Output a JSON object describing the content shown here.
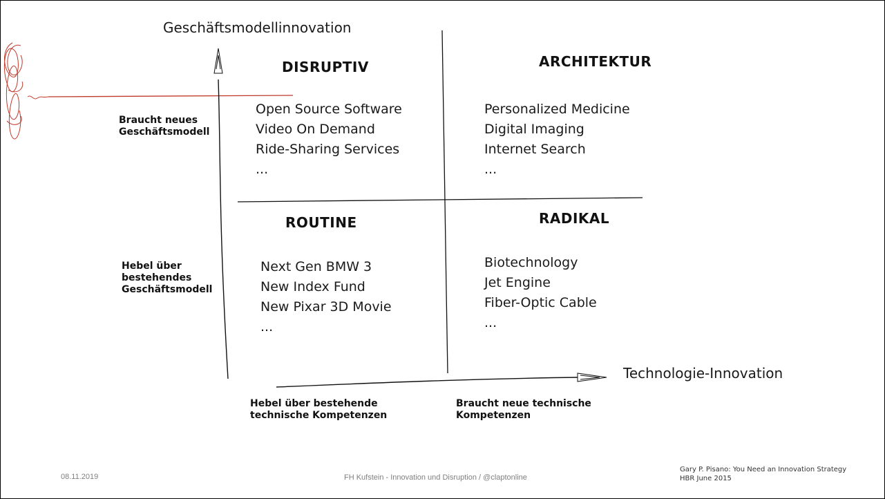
{
  "axes": {
    "y_title": "Geschäftsmodellinnovation",
    "x_title": "Technologie-Innovation"
  },
  "quadrants": [
    {
      "id": "disruptiv",
      "title": "DISRUPTIV",
      "items": [
        "Open Source Software",
        "Video On Demand",
        "Ride-Sharing Services",
        "..."
      ]
    },
    {
      "id": "architektur",
      "title": "ARCHITEKTUR",
      "items": [
        "Personalized Medicine",
        "Digital Imaging",
        "Internet Search",
        "..."
      ]
    },
    {
      "id": "routine",
      "title": "ROUTINE",
      "items": [
        "Next Gen BMW 3",
        "New Index Fund",
        "New Pixar 3D Movie",
        "..."
      ]
    },
    {
      "id": "radikal",
      "title": "RADIKAL",
      "items": [
        "Biotechnology",
        "Jet Engine",
        "Fiber-Optic Cable",
        "..."
      ]
    }
  ],
  "y_labels": {
    "top": [
      "Braucht neues",
      "Geschäftsmodell"
    ],
    "bottom": [
      "Hebel über",
      "bestehendes",
      "Geschäftsmodell"
    ]
  },
  "x_labels": {
    "left": [
      "Hebel über bestehende",
      "technische Kompetenzen"
    ],
    "right": [
      "Braucht neue technische",
      "Kompetenzen"
    ]
  },
  "footer": {
    "date": "08.11.2019",
    "center": "FH Kufstein - Innovation und Disruption / @claptonline",
    "source": [
      "Gary P. Pisano: You Need an Innovation Strategy",
      "HBR June 2015"
    ]
  },
  "colors": {
    "accent_red": "#c0392b",
    "text": "#1a1a1a",
    "footer_gray": "#7f7f7f"
  }
}
